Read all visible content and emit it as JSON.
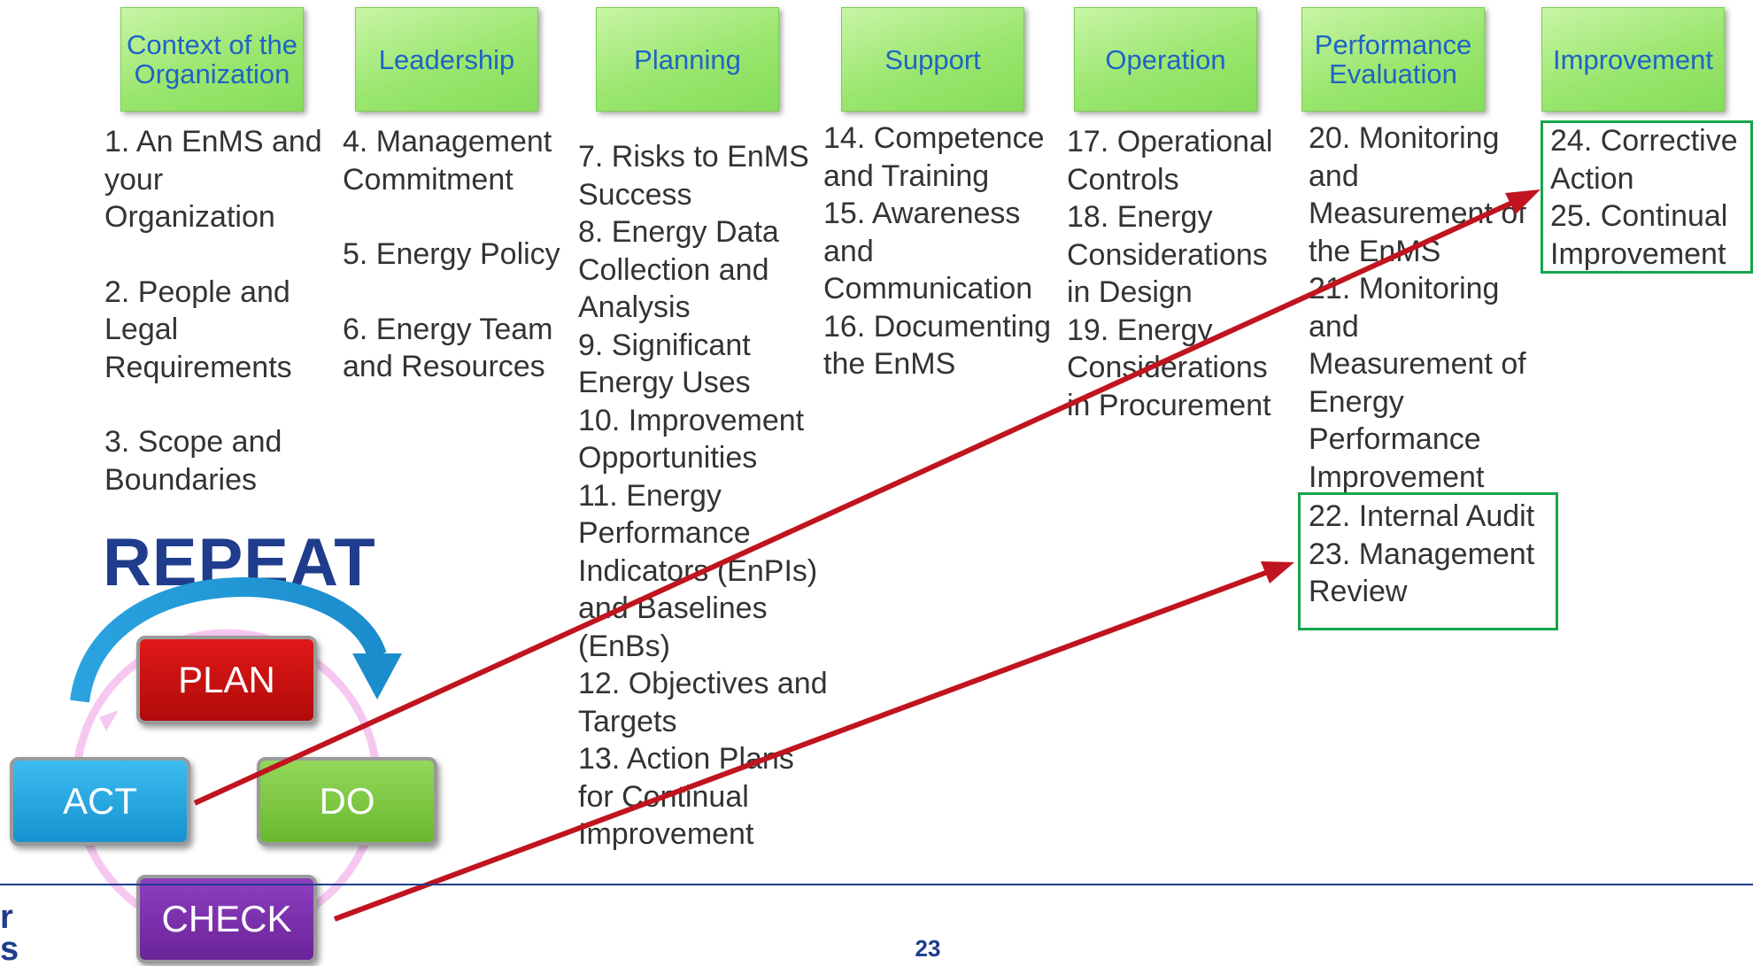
{
  "headers": [
    "Context of the Organization",
    "Leadership",
    "Planning",
    "Support",
    "Operation",
    "Performance Evaluation",
    "Improvement"
  ],
  "columns": {
    "context": [
      "1. An EnMS and your Organization",
      "2. People and Legal Requirements",
      "3. Scope and Boundaries"
    ],
    "leadership": [
      "4. Management Commitment",
      "5. Energy Policy",
      "6. Energy Team and Resources"
    ],
    "planning": [
      "7. Risks to EnMS Success",
      "8. Energy Data Collection and Analysis",
      "9. Significant Energy Uses",
      "10. Improvement Opportunities",
      "11. Energy Performance Indicators (EnPIs) and Baselines (EnBs)",
      "12. Objectives and Targets",
      "13. Action Plans for Continual Improvement"
    ],
    "support": [
      "14. Competence and Training",
      "15. Awareness and Communication",
      "16. Documenting the EnMS"
    ],
    "operation": [
      "17. Operational Controls",
      "18. Energy Considerations in Design",
      "19. Energy Considerations in Procurement"
    ],
    "performance": [
      "20. Monitoring and Measurement of the EnMS",
      "21. Monitoring and Measurement of Energy Performance Improvement"
    ],
    "performance_boxed": [
      "22. Internal Audit",
      "23. Management Review"
    ],
    "improvement": [
      "24. Corrective Action",
      "25. Continual Improvement"
    ]
  },
  "cycle": {
    "title": "REPEAT",
    "plan": "PLAN",
    "do": "DO",
    "check": "CHECK",
    "act": "ACT"
  },
  "colors": {
    "header_text": "#1f63c6",
    "header_green": "#9ae66e",
    "box_border": "#17a54d",
    "arrow": "#c0141f",
    "plan": "#cc1010",
    "do": "#7fc73c",
    "check": "#7a2fa8",
    "act": "#1aa3de",
    "repeat": "#1f3d8c"
  },
  "footer": {
    "page_number": "23",
    "logo_text": "r\ns"
  }
}
